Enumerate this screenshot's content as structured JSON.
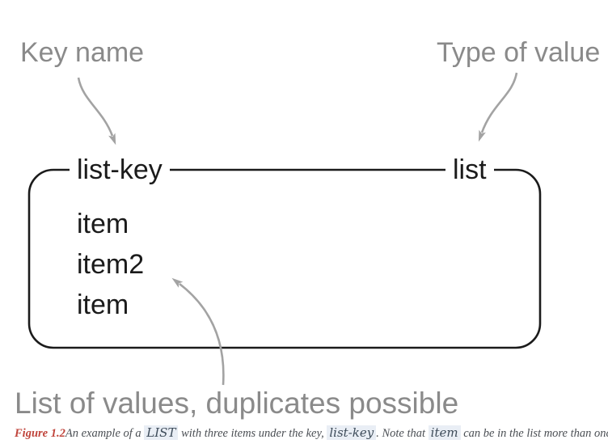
{
  "diagram": {
    "key_name_label": "Key name",
    "type_of_value_label": "Type of value",
    "key": "list-key",
    "value_type": "list",
    "items": [
      "item",
      "item2",
      "item"
    ],
    "list_values_label": "List of values, duplicates possible"
  },
  "caption": {
    "figure_label": "Figure 1.2",
    "part1": "An example of a ",
    "code1": "LIST",
    "part2": " with three items under the key, ",
    "code2": "list-key",
    "part3": ". Note that ",
    "code3": "item",
    "part4": " can be in the list more than once."
  },
  "colors": {
    "label_gray": "#8a8a8a",
    "ink": "#1b1b1b",
    "arrow_gray": "#a3a3a3",
    "figure_red": "#c0453c",
    "code_bg": "#e9eef5",
    "code_text": "#3d4b59",
    "caption_text": "#4b4f54"
  }
}
